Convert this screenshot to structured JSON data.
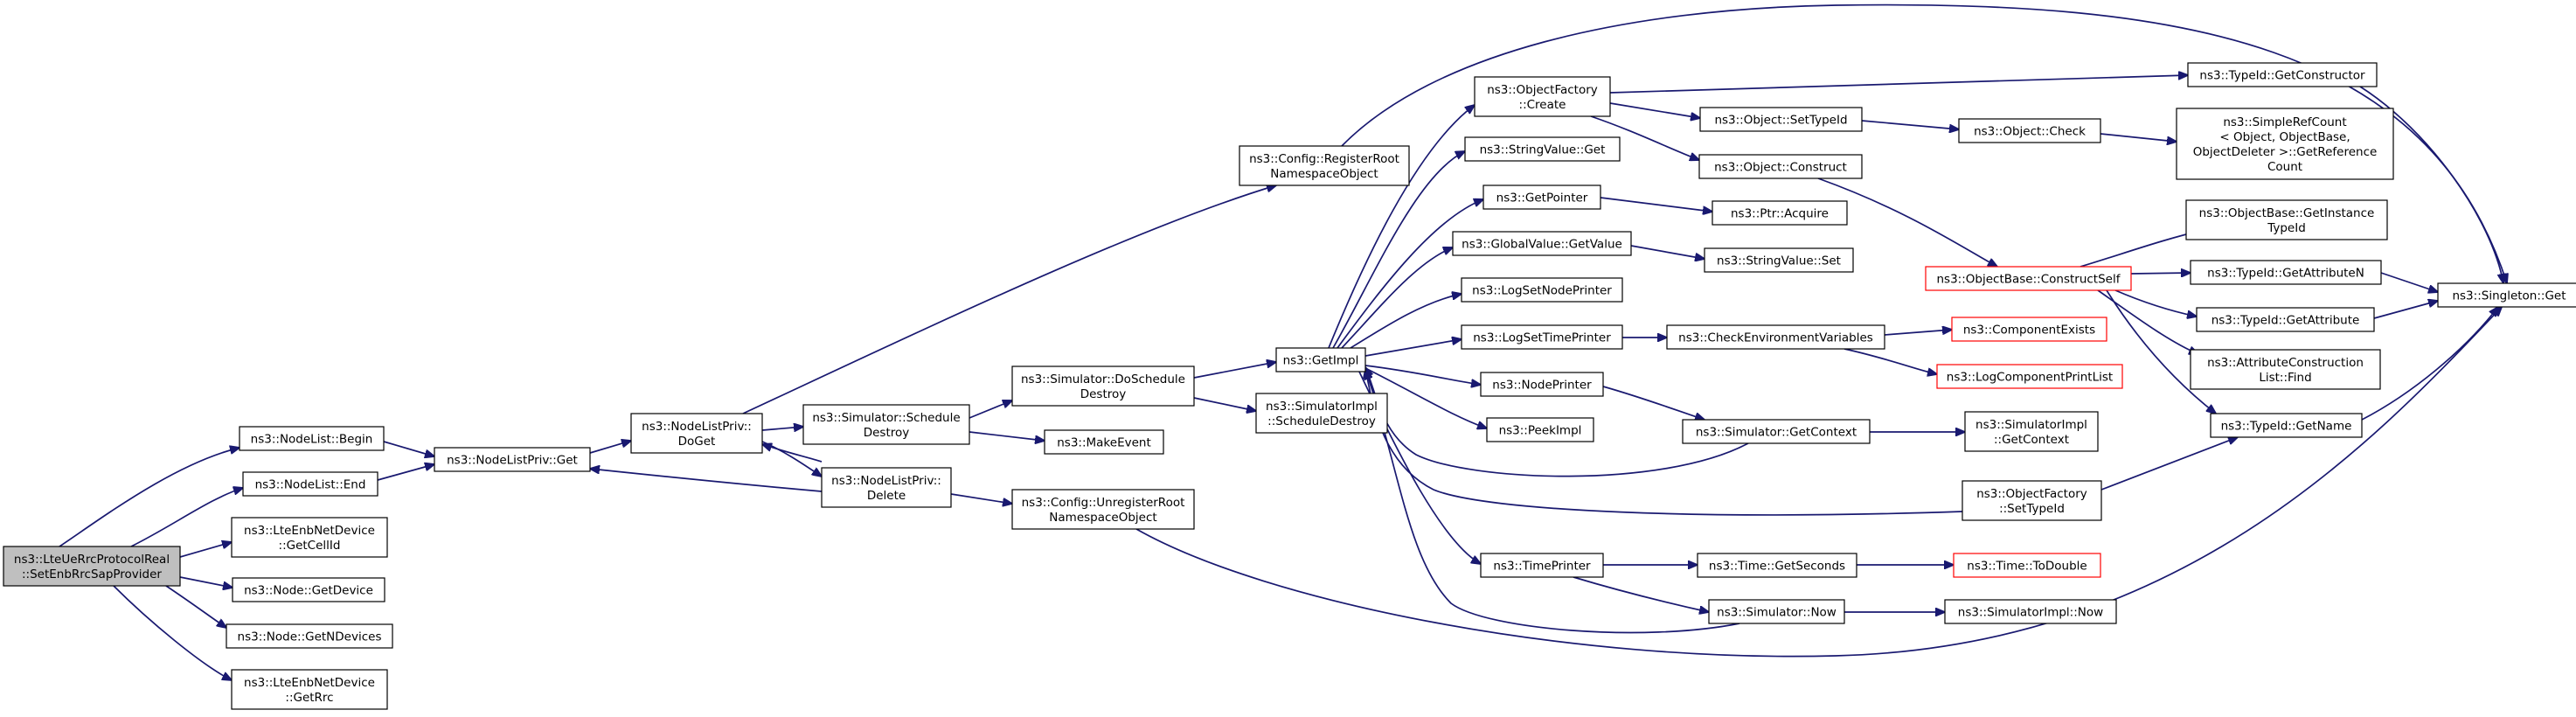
{
  "diagram": {
    "colors": {
      "edge": "#191970",
      "root_fill": "#bfbfbf",
      "node_border": "#000000",
      "truncated_border": "#ff0000"
    },
    "nodes": [
      {
        "id": "root",
        "lines": [
          "ns3::LteUeRrcProtocolReal",
          "::SetEnbRrcSapProvider"
        ],
        "style": "root"
      },
      {
        "id": "nlbegin",
        "lines": [
          "ns3::NodeList::Begin"
        ],
        "style": "normal"
      },
      {
        "id": "nlend",
        "lines": [
          "ns3::NodeList::End"
        ],
        "style": "normal"
      },
      {
        "id": "getcellid",
        "lines": [
          "ns3::LteEnbNetDevice",
          "::GetCellId"
        ],
        "style": "normal"
      },
      {
        "id": "getdevice",
        "lines": [
          "ns3::Node::GetDevice"
        ],
        "style": "normal"
      },
      {
        "id": "getndevices",
        "lines": [
          "ns3::Node::GetNDevices"
        ],
        "style": "normal"
      },
      {
        "id": "getrrc",
        "lines": [
          "ns3::LteEnbNetDevice",
          "::GetRrc"
        ],
        "style": "normal"
      },
      {
        "id": "nlpget",
        "lines": [
          "ns3::NodeListPriv::Get"
        ],
        "style": "normal"
      },
      {
        "id": "nlpdoget",
        "lines": [
          "ns3::NodeListPriv::",
          "DoGet"
        ],
        "style": "normal"
      },
      {
        "id": "schedestroy",
        "lines": [
          "ns3::Simulator::Schedule",
          "Destroy"
        ],
        "style": "normal"
      },
      {
        "id": "nlpdelete",
        "lines": [
          "ns3::NodeListPriv::",
          "Delete"
        ],
        "style": "normal"
      },
      {
        "id": "regroot",
        "lines": [
          "ns3::Config::RegisterRoot",
          "NamespaceObject"
        ],
        "style": "normal"
      },
      {
        "id": "doschedestroy",
        "lines": [
          "ns3::Simulator::DoSchedule",
          "Destroy"
        ],
        "style": "normal"
      },
      {
        "id": "makeevent",
        "lines": [
          "ns3::MakeEvent"
        ],
        "style": "normal"
      },
      {
        "id": "unregroot",
        "lines": [
          "ns3::Config::UnregisterRoot",
          "NamespaceObject"
        ],
        "style": "normal"
      },
      {
        "id": "getimpl",
        "lines": [
          "ns3::GetImpl"
        ],
        "style": "normal"
      },
      {
        "id": "simimplsd",
        "lines": [
          "ns3::SimulatorImpl",
          "::ScheduleDestroy"
        ],
        "style": "normal"
      },
      {
        "id": "ofcreate",
        "lines": [
          "ns3::ObjectFactory",
          "::Create"
        ],
        "style": "normal"
      },
      {
        "id": "strget",
        "lines": [
          "ns3::StringValue::Get"
        ],
        "style": "normal"
      },
      {
        "id": "getpointer",
        "lines": [
          "ns3::GetPointer"
        ],
        "style": "normal"
      },
      {
        "id": "gvgetvalue",
        "lines": [
          "ns3::GlobalValue::GetValue"
        ],
        "style": "normal"
      },
      {
        "id": "lognodeprinter",
        "lines": [
          "ns3::LogSetNodePrinter"
        ],
        "style": "normal"
      },
      {
        "id": "logtimeprinter",
        "lines": [
          "ns3::LogSetTimePrinter"
        ],
        "style": "normal"
      },
      {
        "id": "nodeprinter",
        "lines": [
          "ns3::NodePrinter"
        ],
        "style": "normal"
      },
      {
        "id": "peekimpl",
        "lines": [
          "ns3::PeekImpl"
        ],
        "style": "normal"
      },
      {
        "id": "timeprinter",
        "lines": [
          "ns3::TimePrinter"
        ],
        "style": "normal"
      },
      {
        "id": "objsettypeid",
        "lines": [
          "ns3::Object::SetTypeId"
        ],
        "style": "normal"
      },
      {
        "id": "objconstruct",
        "lines": [
          "ns3::Object::Construct"
        ],
        "style": "normal"
      },
      {
        "id": "ptracquire",
        "lines": [
          "ns3::Ptr::Acquire"
        ],
        "style": "normal"
      },
      {
        "id": "strset",
        "lines": [
          "ns3::StringValue::Set"
        ],
        "style": "normal"
      },
      {
        "id": "checkenv",
        "lines": [
          "ns3::CheckEnvironmentVariables"
        ],
        "style": "normal"
      },
      {
        "id": "simgetcontext",
        "lines": [
          "ns3::Simulator::GetContext"
        ],
        "style": "normal"
      },
      {
        "id": "timegetseconds",
        "lines": [
          "ns3::Time::GetSeconds"
        ],
        "style": "normal"
      },
      {
        "id": "simnow",
        "lines": [
          "ns3::Simulator::Now"
        ],
        "style": "normal"
      },
      {
        "id": "objcheck",
        "lines": [
          "ns3::Object::Check"
        ],
        "style": "normal"
      },
      {
        "id": "constructself",
        "lines": [
          "ns3::ObjectBase::ConstructSelf"
        ],
        "style": "truncated"
      },
      {
        "id": "componentexists",
        "lines": [
          "ns3::ComponentExists"
        ],
        "style": "truncated"
      },
      {
        "id": "logcomplist",
        "lines": [
          "ns3::LogComponentPrintList"
        ],
        "style": "truncated"
      },
      {
        "id": "simimplgetctx",
        "lines": [
          "ns3::SimulatorImpl",
          "::GetContext"
        ],
        "style": "normal"
      },
      {
        "id": "ofsettypeid",
        "lines": [
          "ns3::ObjectFactory",
          "::SetTypeId"
        ],
        "style": "normal"
      },
      {
        "id": "todouble",
        "lines": [
          "ns3::Time::ToDouble"
        ],
        "style": "truncated"
      },
      {
        "id": "simimplnow",
        "lines": [
          "ns3::SimulatorImpl::Now"
        ],
        "style": "normal"
      },
      {
        "id": "tidgetconstructor",
        "lines": [
          "ns3::TypeId::GetConstructor"
        ],
        "style": "normal"
      },
      {
        "id": "simplerefcount",
        "lines": [
          "ns3::SimpleRefCount",
          "< Object, ObjectBase,",
          "ObjectDeleter >::GetReference",
          "Count"
        ],
        "style": "normal"
      },
      {
        "id": "getinstancetypeid",
        "lines": [
          "ns3::ObjectBase::GetInstance",
          "TypeId"
        ],
        "style": "normal"
      },
      {
        "id": "getattributen",
        "lines": [
          "ns3::TypeId::GetAttributeN"
        ],
        "style": "normal"
      },
      {
        "id": "getattribute",
        "lines": [
          "ns3::TypeId::GetAttribute"
        ],
        "style": "normal"
      },
      {
        "id": "attrconstructionfind",
        "lines": [
          "ns3::AttributeConstruction",
          "List::Find"
        ],
        "style": "normal"
      },
      {
        "id": "tidgetname",
        "lines": [
          "ns3::TypeId::GetName"
        ],
        "style": "normal"
      },
      {
        "id": "singletonget",
        "lines": [
          "ns3::Singleton::Get"
        ],
        "style": "normal"
      }
    ]
  }
}
